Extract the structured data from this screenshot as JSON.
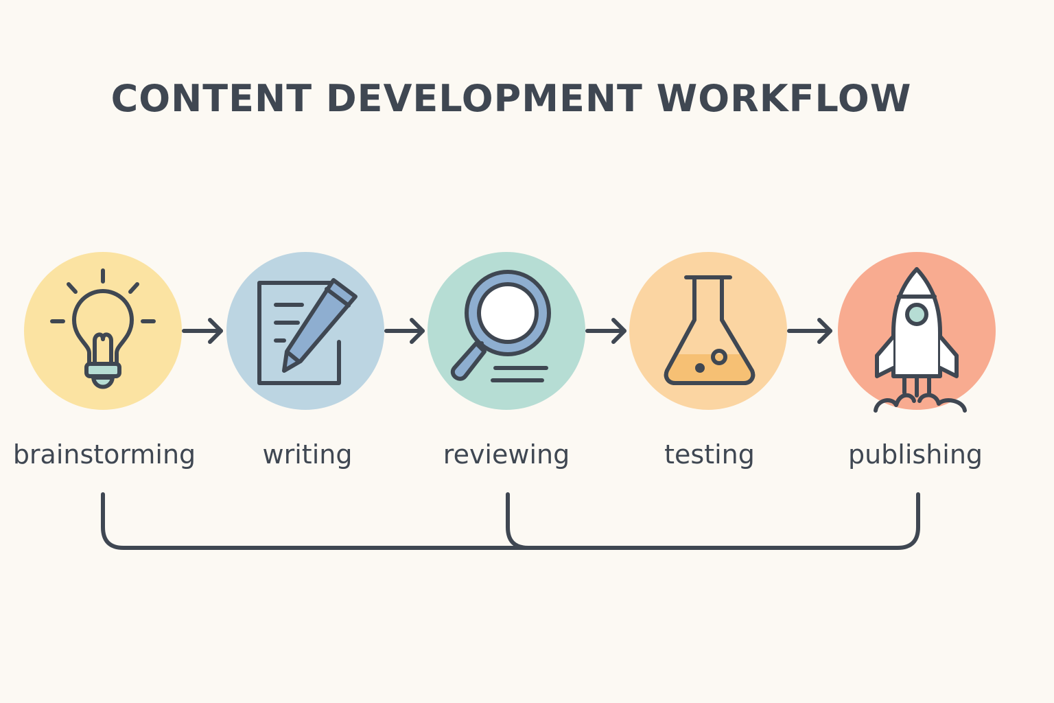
{
  "title": "CONTENT DEVELOPMENT WORKFLOW",
  "colors": {
    "background": "#fcf9f3",
    "ink": "#3f4752",
    "brainstorming": "#fbe3a2",
    "writing": "#bcd5e2",
    "reviewing": "#b6ddd4",
    "testing": "#fbd5a2",
    "publishing": "#f8ab90"
  },
  "steps": [
    {
      "label": "brainstorming",
      "icon": "lightbulb-icon"
    },
    {
      "label": "writing",
      "icon": "document-pencil-icon"
    },
    {
      "label": "reviewing",
      "icon": "magnifying-glass-icon"
    },
    {
      "label": "testing",
      "icon": "flask-icon"
    },
    {
      "label": "publishing",
      "icon": "rocket-icon"
    }
  ]
}
